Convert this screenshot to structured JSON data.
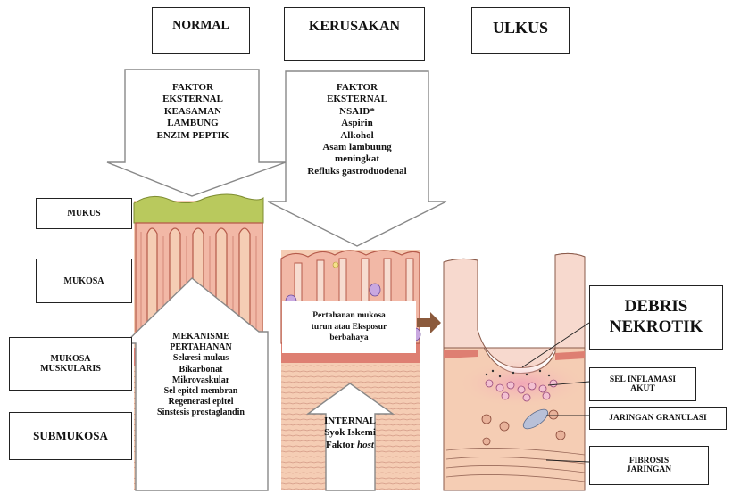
{
  "headers": {
    "normal": "NORMAL",
    "kerusakan": "KERUSAKAN",
    "ulkus": "ULKUS"
  },
  "layers": {
    "mukus": "MUKUS",
    "mukosa": "MUKOSA",
    "mukosa_muskularis_1": "MUKOSA",
    "mukosa_muskularis_2": "MUSKULARIS",
    "submukosa": "SUBMUKOSA"
  },
  "external_normal": [
    "FAKTOR",
    "EKSTERNAL",
    "KEASAMAN",
    "LAMBUNG",
    "ENZIM PEPTIK"
  ],
  "external_damage": [
    "FAKTOR",
    "EKSTERNAL",
    "NSAID*",
    "Aspirin",
    "Alkohol",
    "Asam lambuung",
    "meningkat",
    "Refluks gastroduodenal"
  ],
  "defense": [
    "MEKANISME",
    "PERTAHANAN",
    "Sekresi mukus",
    "Bikarbonat",
    "Mikrovaskular",
    "Sel epitel membran",
    "Regenerasi epitel",
    "Sinstesis prostaglandin"
  ],
  "internal": [
    "INTERNAL",
    "Syok Iskemi",
    "Faktor "
  ],
  "internal_italic": "host",
  "transition": [
    "Pertahanan mukosa",
    "turun atau Eksposur",
    "berbahaya"
  ],
  "ulcer_labels": {
    "debris_1": "DEBRIS",
    "debris_2": "NEKROTIK",
    "sel_1": "SEL INFLAMASI",
    "sel_2": "AKUT",
    "granulasi": "JARINGAN GRANULASI",
    "fibrosis_1": "FIBROSIS",
    "fibrosis_2": "JARINGAN"
  },
  "colors": {
    "mucus": "#b9c95d",
    "mucosa": "#f2b8a6",
    "gland": "#e59a85",
    "submucosa": "#f5cdb4",
    "muscularis": "#de7f72",
    "arrow": "#8b5a3c"
  }
}
